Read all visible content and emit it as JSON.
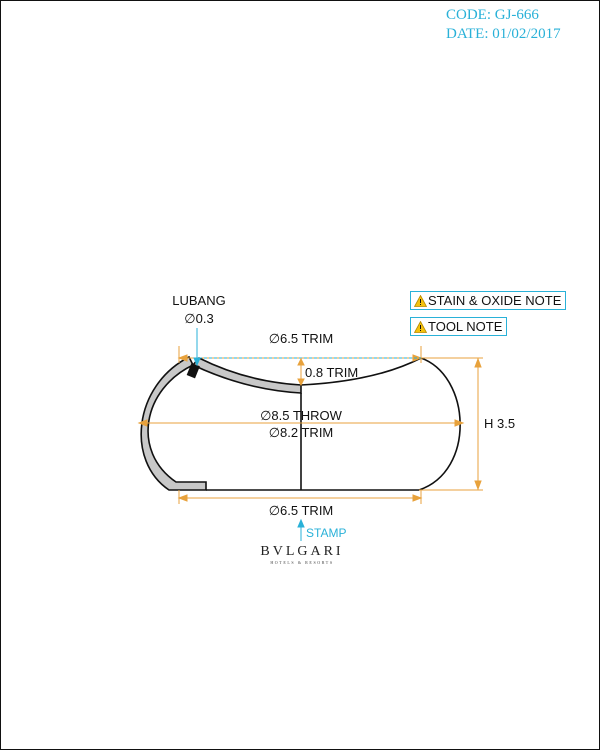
{
  "header": {
    "code": "CODE: GJ-666",
    "date": "DATE: 01/02/2017"
  },
  "notes": [
    {
      "label": "STAIN & OXIDE NOTE",
      "icon": "warning-icon"
    },
    {
      "label": "TOOL NOTE",
      "icon": "warning-icon"
    }
  ],
  "annotations": {
    "lubang_label": "LUBANG",
    "lubang_dia": "∅0.3",
    "top_trim": "∅6.5 TRIM",
    "depth": "0.8 TRIM",
    "throw": "∅8.5 THROW",
    "inner_trim": "∅8.2 TRIM",
    "height": "H 3.5",
    "bottom_trim": "∅6.5 TRIM",
    "stamp": "STAMP"
  },
  "logo": {
    "brand": "BVLGARI",
    "tagline": "HOTELS & RESORTS"
  },
  "colors": {
    "dimension": "#e8a23c",
    "accent_blue": "#29b1d8",
    "outline": "#111111",
    "section_fill": "#c8c8c8"
  }
}
